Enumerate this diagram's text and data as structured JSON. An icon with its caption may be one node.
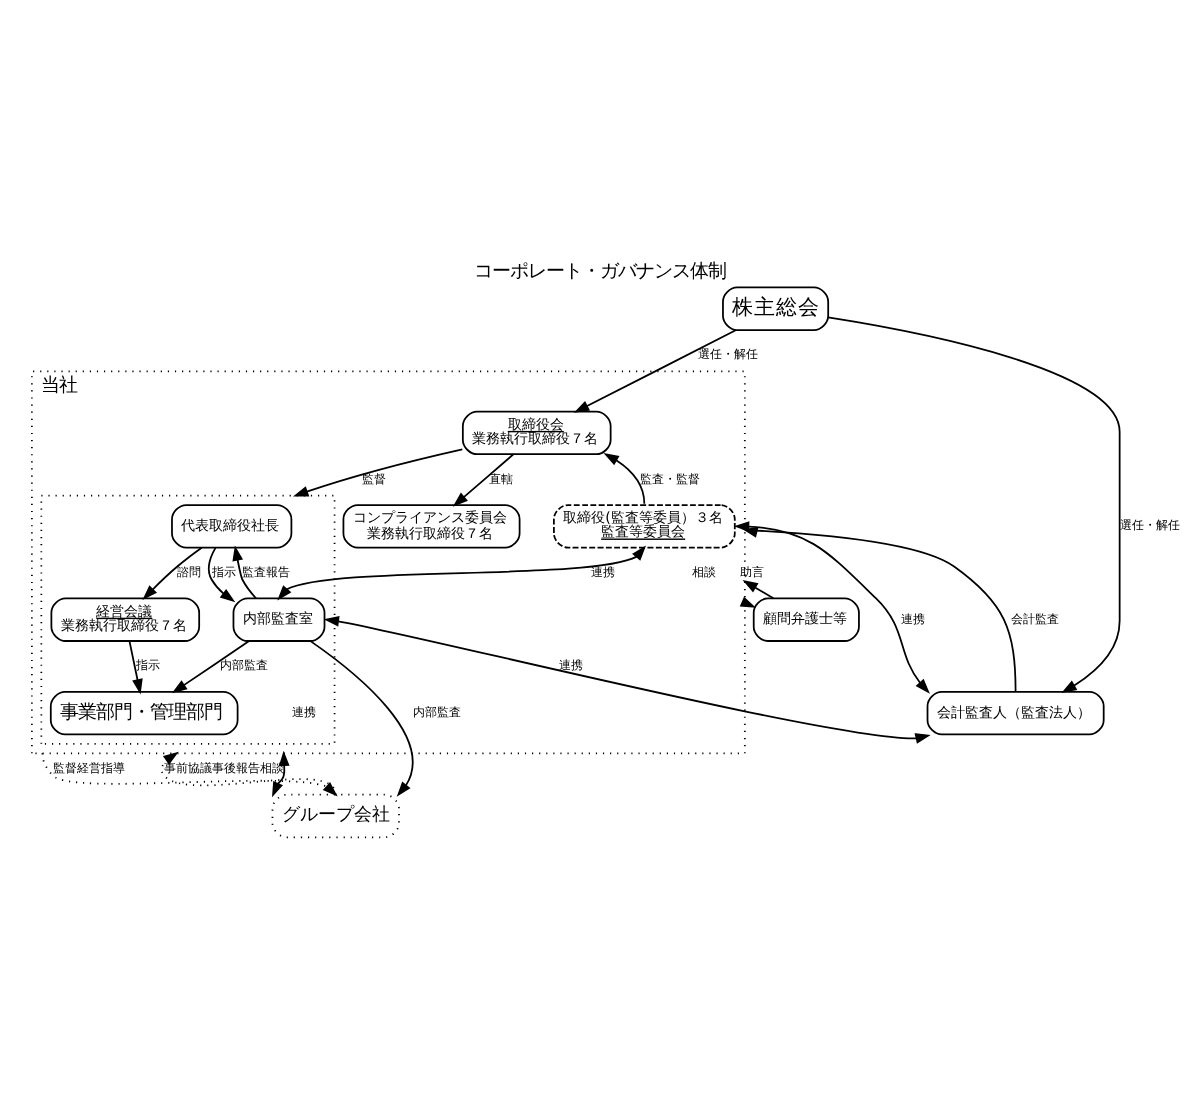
{
  "diagram": {
    "title": "コーポレート・ガバナンス体制",
    "nodes": [
      {
        "text": [
          "株主総会"
        ]
      },
      {
        "text": [
          "当社"
        ]
      },
      {
        "text": [
          "取締役会",
          "業務執行取締役７名"
        ],
        "in": 1
      },
      {
        "text": [
          "取締役(監査等委員）３名",
          "監査等委員会"
        ],
        "in": 1
      },
      {
        "text": [
          "コンプライアンス委員会",
          "業務執行取締役７名"
        ],
        "in": 1
      },
      {
        "text": [],
        "shape": "box",
        "in": 1
      },
      {
        "text": [
          "代表取締役社長"
        ],
        "in": 5
      },
      {
        "text": [
          "内部監査室"
        ],
        "in": 5
      },
      {
        "text": [
          "経営会議",
          "業務執行取締役７名"
        ],
        "in": 5
      },
      {
        "text": [
          "事業部門・管理部門"
        ],
        "in": 5
      },
      {
        "text": [
          "会計監査人（監査法人）"
        ]
      },
      {
        "text": [
          "顧問弁護士等"
        ]
      },
      {
        "text": [
          "グループ会社"
        ]
      }
    ],
    "edges": [
      {
        "from": 0,
        "to": 2,
        "arrow": "to",
        "label": "選任・解任"
      },
      {
        "from": 0,
        "to": 10,
        "arrow": "to",
        "label": "選任・解任"
      },
      {
        "from": 2,
        "to": 4,
        "arrow": "to",
        "label": "直轄"
      },
      {
        "from": 3,
        "to": 2,
        "arrow": "to",
        "label": "監査・監督"
      },
      {
        "from": 10,
        "to": 1,
        "arrow": "to",
        "label": "会計監査"
      },
      {
        "from": 3,
        "to": 10,
        "arrow": "both",
        "label": "連携"
      },
      {
        "from": 2,
        "to": 5,
        "arrow": "to",
        "label": "監督"
      },
      {
        "from": 3,
        "to": 7,
        "arrow": "both",
        "label": "連携"
      },
      {
        "from": 7,
        "to": 10,
        "arrow": "both",
        "label": "連携"
      },
      {
        "from": 1,
        "to": 11,
        "arrow": "to",
        "label": "相談"
      },
      {
        "from": 11,
        "to": 1,
        "arrow": "to",
        "label": "助言"
      },
      {
        "from": 6,
        "to": 7,
        "arrow": "to",
        "label": "指示"
      },
      {
        "from": 7,
        "to": 6,
        "arrow": "to",
        "label": "監査報告"
      },
      {
        "from": 6,
        "to": 8,
        "arrow": "to",
        "label": "諮問"
      },
      {
        "from": 8,
        "to": 9,
        "arrow": "to",
        "label": "指示"
      },
      {
        "from": 7,
        "to": 9,
        "arrow": "to",
        "label": "内部監査"
      },
      {
        "from": 7,
        "to": 12,
        "arrow": "to",
        "label": "内部監査"
      },
      {
        "from": 1,
        "to": 12,
        "arrow": "both",
        "label": "連携"
      },
      {
        "from": 1,
        "to": 12,
        "arrow": "to",
        "label": "監督経営指導",
        "style": "dashed"
      },
      {
        "from": 12,
        "to": 1,
        "arrow": "to",
        "label": "事前協議事後報告相談",
        "style": "dashed"
      }
    ]
  }
}
